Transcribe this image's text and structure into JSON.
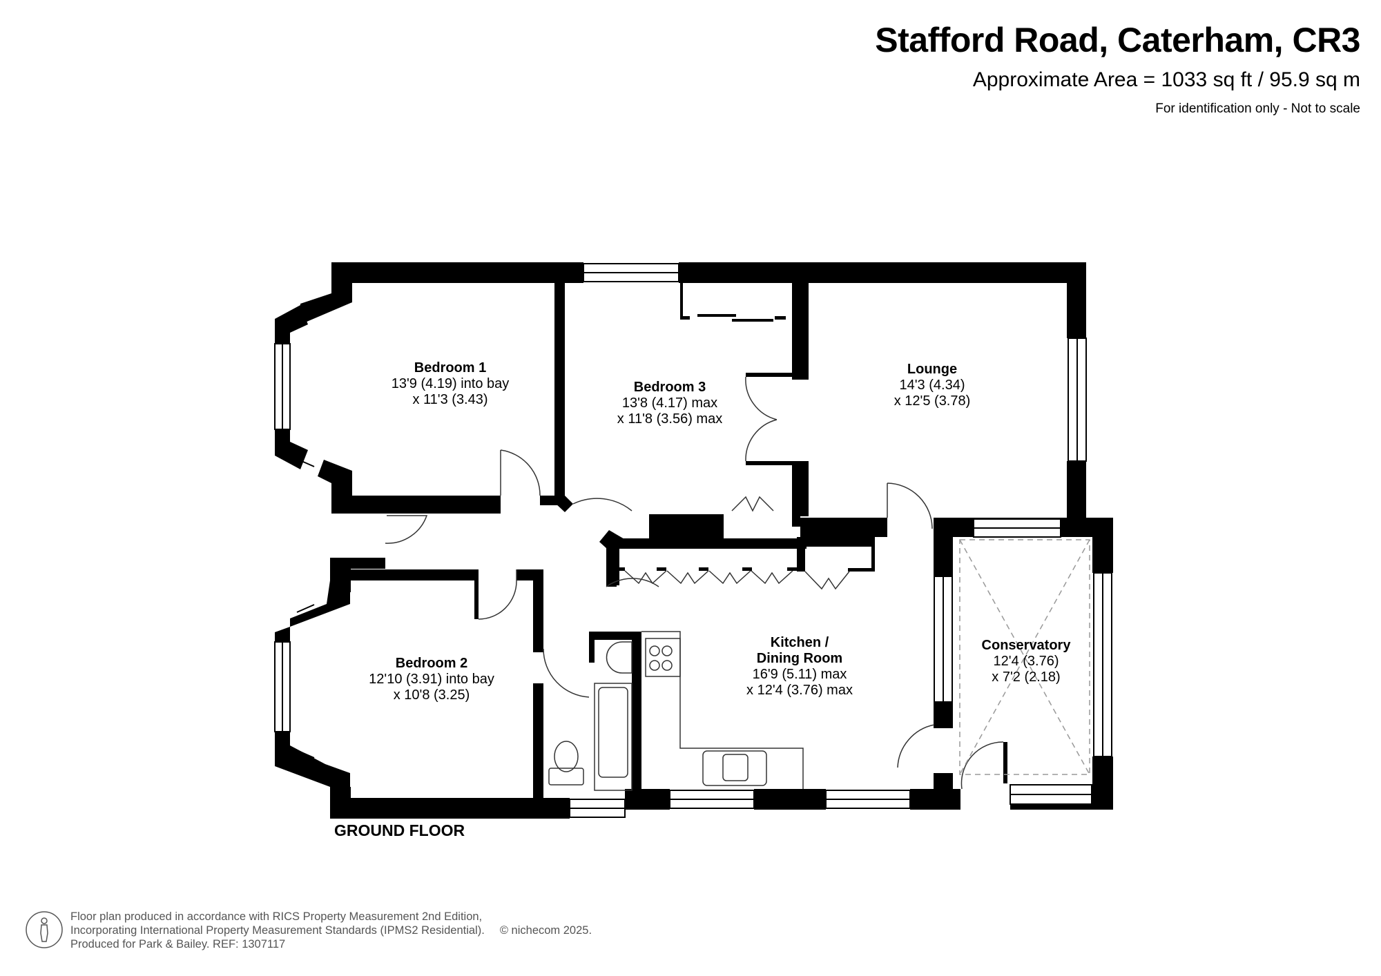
{
  "header": {
    "title": "Stafford Road, Caterham, CR3",
    "area": "Approximate Area = 1033 sq ft / 95.9 sq m",
    "note": "For identification only - Not to scale"
  },
  "floor_label": "GROUND FLOOR",
  "rooms": [
    {
      "name": "Bedroom 1",
      "dim1": "13'9 (4.19) into bay",
      "dim2": "x 11'3 (3.43)"
    },
    {
      "name": "Bedroom 3",
      "dim1": "13'8 (4.17) max",
      "dim2": "x 11'8 (3.56) max"
    },
    {
      "name": "Lounge",
      "dim1": "14'3 (4.34)",
      "dim2": "x 12'5 (3.78)"
    },
    {
      "name": "Bedroom 2",
      "dim1": "12'10 (3.91) into bay",
      "dim2": "x 10'8 (3.25)"
    },
    {
      "name": "Kitchen /",
      "name2": "Dining Room",
      "dim1": "16'9 (5.11) max",
      "dim2": "x 12'4 (3.76) max"
    },
    {
      "name": "Conservatory",
      "dim1": "12'4 (3.76)",
      "dim2": "x 7'2 (2.18)"
    }
  ],
  "footer": {
    "line1": "Floor plan produced in accordance with RICS Property Measurement 2nd Edition,",
    "line2": "Incorporating International Property Measurement Standards (IPMS2 Residential).",
    "copyright": "© nichecom 2025.",
    "line3": "Produced for Park & Bailey.   REF:  1307117",
    "icon": "person-in-circle-icon"
  },
  "colors": {
    "wall": "#000000",
    "line": "#333333",
    "dashed": "#999999",
    "footer_text": "#555555"
  }
}
